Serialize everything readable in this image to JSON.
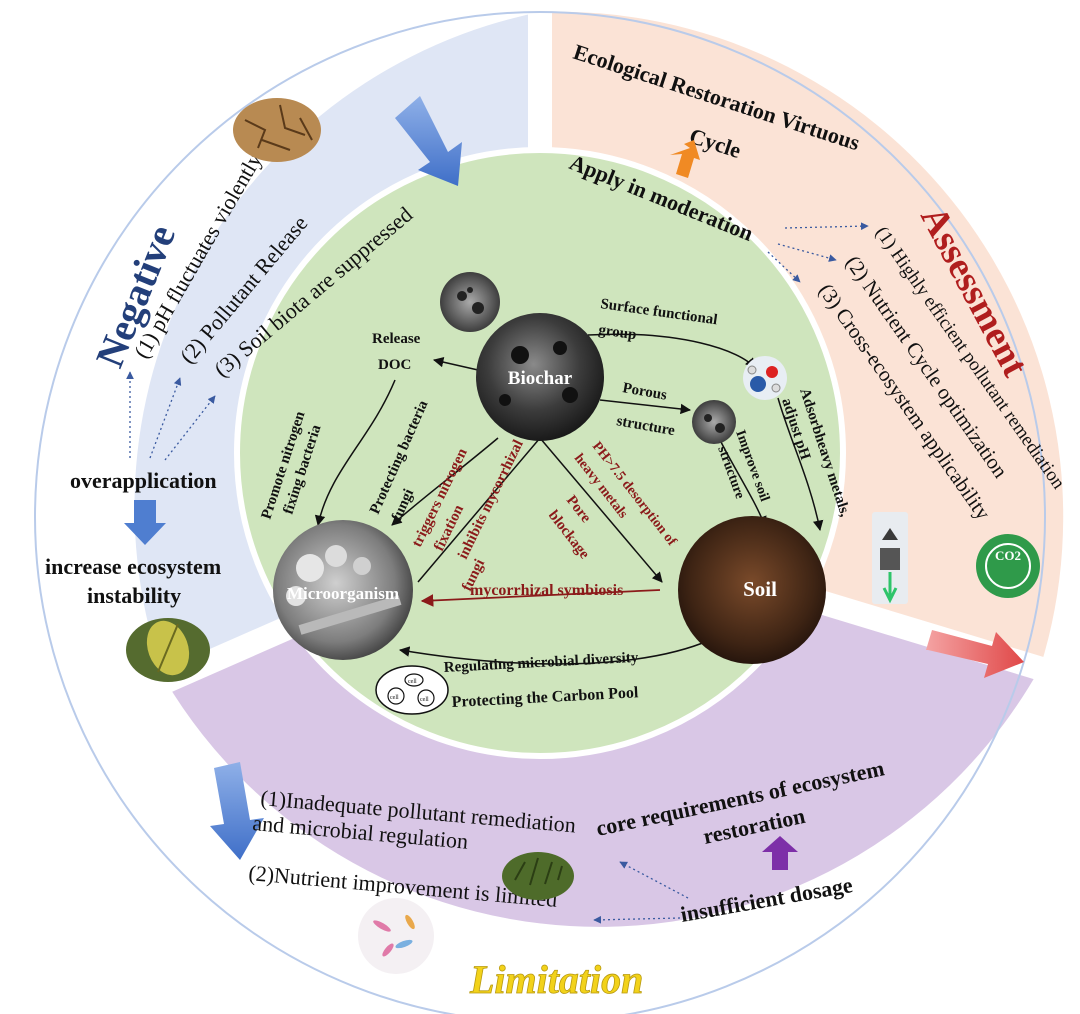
{
  "negative": {
    "title": "Negative",
    "items": [
      "(1) pH fluctuates violently",
      "(2) Pollutant Release",
      "(3) Soil biota are suppressed"
    ],
    "trigger": "overapplication",
    "consequence_line1": "increase ecosystem",
    "consequence_line2": "instability",
    "title_color": "#233f7a"
  },
  "assessment": {
    "title": "Assessment",
    "cycle_line1": "Ecological Restoration Virtuous",
    "cycle_line2": "Cycle",
    "apply": "Apply in moderation",
    "items": [
      "(1) Highly efficient pollutant remediation",
      "(2) Nutrient Cycle optimization",
      "(3) Cross-ecosystem applicability"
    ],
    "title_color": "#b01e1e",
    "co2_label": "CO2"
  },
  "limitation": {
    "title": "Limitation",
    "item1_line1": "(1)Inadequate pollutant remediation",
    "item1_line2": "and microbial regulation",
    "item2": "(2)Nutrient improvement is limited",
    "core_line1": "core requirements of ecosystem",
    "core_line2": "restoration",
    "insufficient": "insufficient dosage",
    "title_color": "#f2d21a"
  },
  "center": {
    "nodes": {
      "biochar": "Biochar",
      "soil": "Soil",
      "microorganism": "Microorganism"
    },
    "release_doc_1": "Release",
    "release_doc_2": "DOC",
    "surface_1": "Surface functional",
    "surface_2": "group",
    "porous_1": "Porous",
    "porous_2": "structure",
    "improve_1": "Improve soil",
    "improve_2": "structure",
    "adsorb_1": "Adsorbheavy metals,",
    "adsorb_2": "adjust pH",
    "promote_1": "Promote nitrogen",
    "promote_2": "fixing bacteria",
    "protect_b_1": "Protecting bacteria",
    "protect_b_2": "fungi",
    "trig_1": "triggers nitrogen",
    "trig_2": "fixation",
    "inhib_1": "inhibits mycorrhizal",
    "inhib_2": "fungi",
    "ph_1": "PH>7.5 desorption of",
    "ph_2": "heavy metals",
    "pore_1": "Pore",
    "pore_2": "blockage",
    "mycorrhizal": "mycorrhizal  symbiosis",
    "regulating": "Regulating microbial diversity",
    "carbon_pool": "Protecting the Carbon Pool",
    "cell_labels": [
      "cell",
      "cell",
      "cell"
    ]
  }
}
